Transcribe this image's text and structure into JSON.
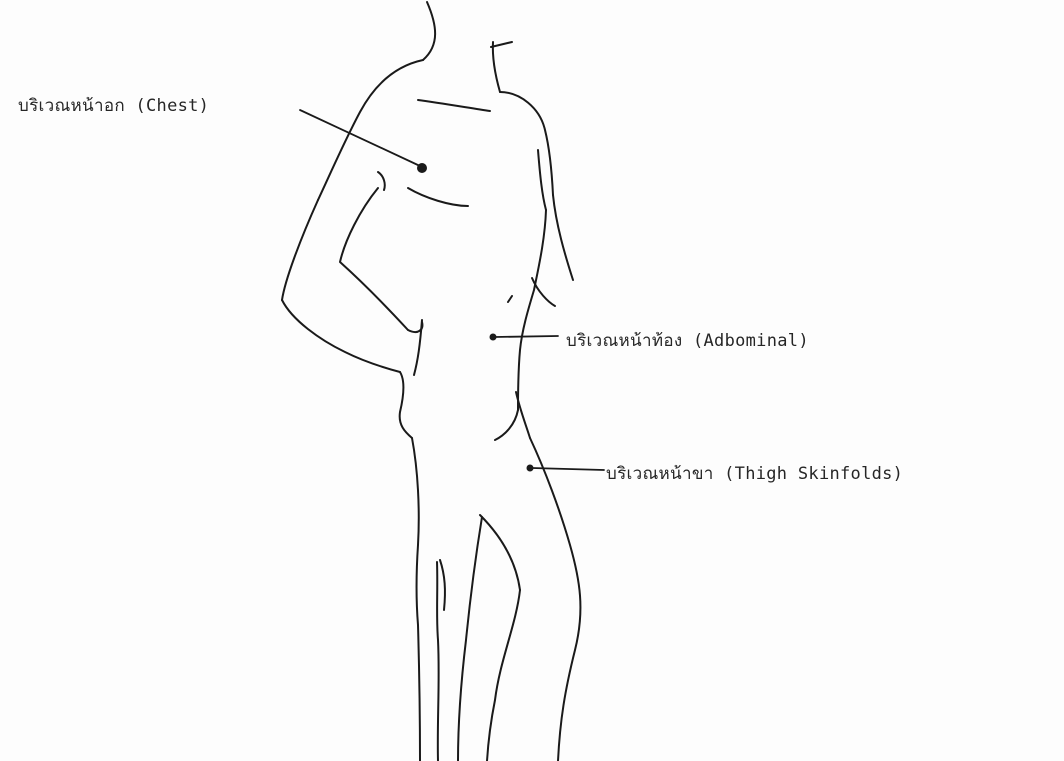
{
  "diagram": {
    "labels": {
      "chest": "บริเวณหน้าอก (Chest)",
      "abdominal": "บริเวณหน้าท้อง (Adbominal)",
      "thigh": "บริเวณหน้าขา (Thigh Skinfolds)"
    }
  }
}
